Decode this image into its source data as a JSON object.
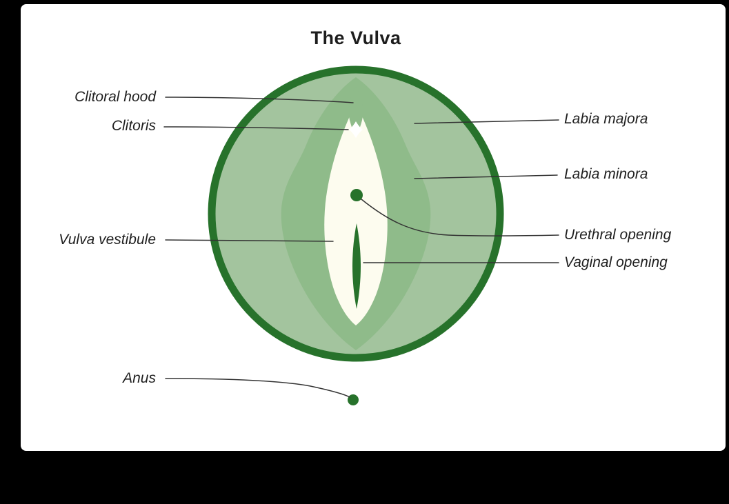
{
  "title": "The Vulva",
  "labels": {
    "clitoral_hood": "Clitoral hood",
    "clitoris": "Clitoris",
    "vulva_vestibule": "Vulva vestibule",
    "anus": "Anus",
    "labia_majora": "Labia majora",
    "labia_minora": "Labia minora",
    "urethral_opening": "Urethral opening",
    "vaginal_opening": "Vaginal opening"
  },
  "colors": {
    "dark_green": "#27722b",
    "light_green": "#a3c49e",
    "medium_green": "#8fbb8a",
    "cream": "#fdfcef",
    "clitoris_white": "#ffffff",
    "leader_line": "#333333",
    "text": "#1e1e1e",
    "card_bg": "#ffffff",
    "frame_bg": "#000000"
  }
}
